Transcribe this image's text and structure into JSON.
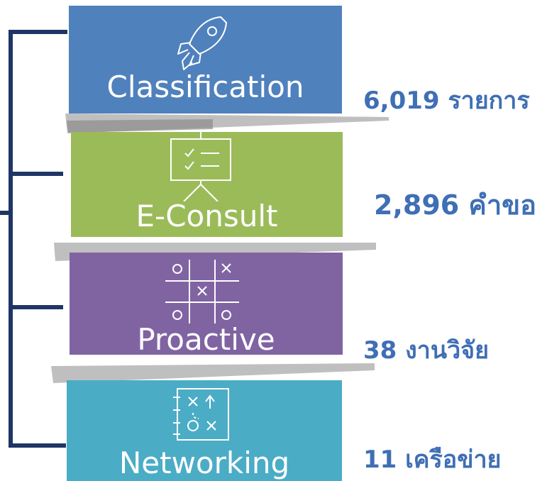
{
  "colors": {
    "bracket": "#1f3566",
    "classification": "#4f81bd",
    "econsult": "#9bbb59",
    "proactive": "#8064a2",
    "networking": "#4bacc6",
    "stat_text": "#3f6fb5",
    "separator": "#bfbfbf"
  },
  "items": [
    {
      "label": "Classification",
      "icon": "rocket-icon",
      "stat": "6,019 รายการ"
    },
    {
      "label": "E-Consult",
      "icon": "presentation-board-icon",
      "stat": "2,896 คำขอ"
    },
    {
      "label": "Proactive",
      "icon": "tic-tac-toe-icon",
      "stat": "38 งานวิจัย"
    },
    {
      "label": "Networking",
      "icon": "strategy-board-icon",
      "stat": "11 เครือข่าย"
    }
  ]
}
